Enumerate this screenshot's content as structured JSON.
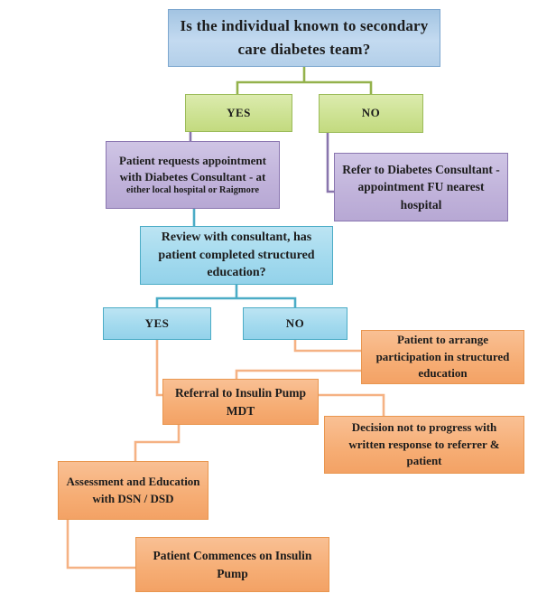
{
  "boxes": {
    "top_question": {
      "text": "Is the individual known to secondary care diabetes team?"
    },
    "yes1": {
      "label": "YES"
    },
    "no1": {
      "label": "NO"
    },
    "request_appointment": {
      "text": "Patient requests appointment with Diabetes Consultant - at",
      "subtext": "either local hospital or Raigmore"
    },
    "refer_consultant": {
      "text": "Refer to Diabetes Consultant - appointment FU nearest hospital"
    },
    "review_consultant": {
      "text": "Review with consultant, has patient completed structured education?"
    },
    "yes2": {
      "label": "YES"
    },
    "no2": {
      "label": "NO"
    },
    "arrange_education": {
      "text": "Patient to arrange participation in structured education"
    },
    "referral_mdt": {
      "text": "Referral to Insulin Pump MDT"
    },
    "decision_not_progress": {
      "text": "Decision not to progress with written response to referrer & patient"
    },
    "assessment_education": {
      "text": "Assessment and Education with DSN / DSD"
    },
    "commence_pump": {
      "text": "Patient Commences on Insulin Pump"
    }
  },
  "colors": {
    "blue_fill": "#b8d2ea",
    "blue_border": "#7da7cf",
    "green_fill": "#d3e49a",
    "green_border": "#9bbb59",
    "green_line": "#94b24c",
    "purple_fill": "#c4b8dd",
    "purple_border": "#8a76b0",
    "purple_line": "#8975ad",
    "cyan_fill": "#a8dcef",
    "cyan_border": "#4bacc6",
    "cyan_line": "#4bacc6",
    "orange_fill": "#f6b07a",
    "orange_border": "#e9964f",
    "orange_line": "#f5b284"
  }
}
